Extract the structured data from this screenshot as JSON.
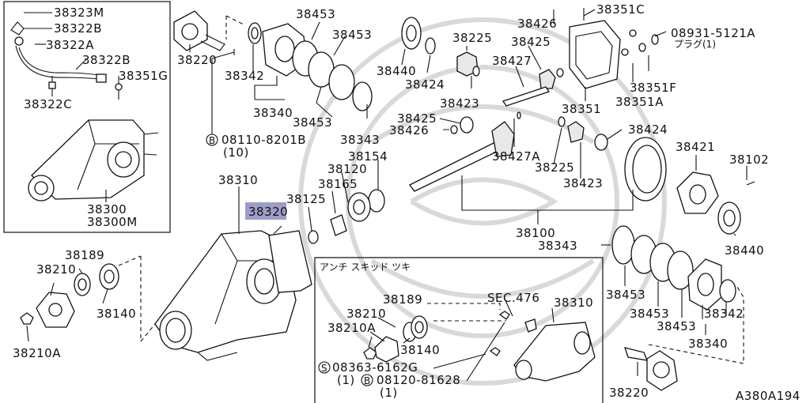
{
  "highlight": {
    "part": "38320",
    "color": "#9d9dc7"
  },
  "inset_title": "アンチ スキッド ツキ",
  "diagram_code": "A380A194",
  "labels": {
    "p38323M": "38323M",
    "p38322B_top": "38322B",
    "p38322A": "38322A",
    "p38322B_mid": "38322B",
    "p38351G": "38351G",
    "p38322C": "38322C",
    "p38300": "38300",
    "p38300M": "38300M",
    "p38220_top": "38220",
    "p38342_top": "38342",
    "p38340_top": "38340",
    "p38453_a": "38453",
    "p38453_b": "38453",
    "p38453_c": "38453",
    "p38343_top": "38343",
    "bolt_top": "08110-8201B",
    "bolt_top_qty": "(10)",
    "p38440_top": "38440",
    "p38424_top": "38424",
    "p38225_top": "38225",
    "p38423_top": "38423",
    "p38426_top": "38426",
    "p38425_top": "38425",
    "p38427": "38427",
    "p38351C": "38351C",
    "plug_num": "08931-5121A",
    "plug_name": "プラグ(1)",
    "p38351": "38351",
    "p38351A": "38351A",
    "p38351F": "38351F",
    "p38425_mid": "38425",
    "p38426_mid": "38426",
    "p38427A": "38427A",
    "p38225_mid": "38225",
    "p38423_mid": "38423",
    "p38424_mid": "38424",
    "p38421": "38421",
    "p38102": "38102",
    "p38154": "38154",
    "p38120_top": "38120",
    "p38165": "38165",
    "p38125": "38125",
    "p38310_main": "38310",
    "p38320": "38320",
    "p38100": "38100",
    "p38343_right": "38343",
    "p38440_right": "38440",
    "p38189_left": "38189",
    "p38210_left": "38210",
    "p38140_left": "38140",
    "p38210A_left": "38210A",
    "p38453_r1": "38453",
    "p38453_r2": "38453",
    "p38453_r3": "38453",
    "p38342_right": "38342",
    "p38340_right": "38340",
    "p38220_right": "38220",
    "p38189_inset": "38189",
    "p38210_inset": "38210",
    "p38210A_inset": "38210A",
    "p38140_inset": "38140",
    "sec476": "SEC.476",
    "p38310_inset": "38310",
    "screw_num": "08363-6162G",
    "screw_qty": "(1)",
    "bolt_inset": "08120-81628",
    "bolt_inset_qty": "(1)",
    "circle_s": "S",
    "circle_b1": "B",
    "circle_b2": "B"
  }
}
